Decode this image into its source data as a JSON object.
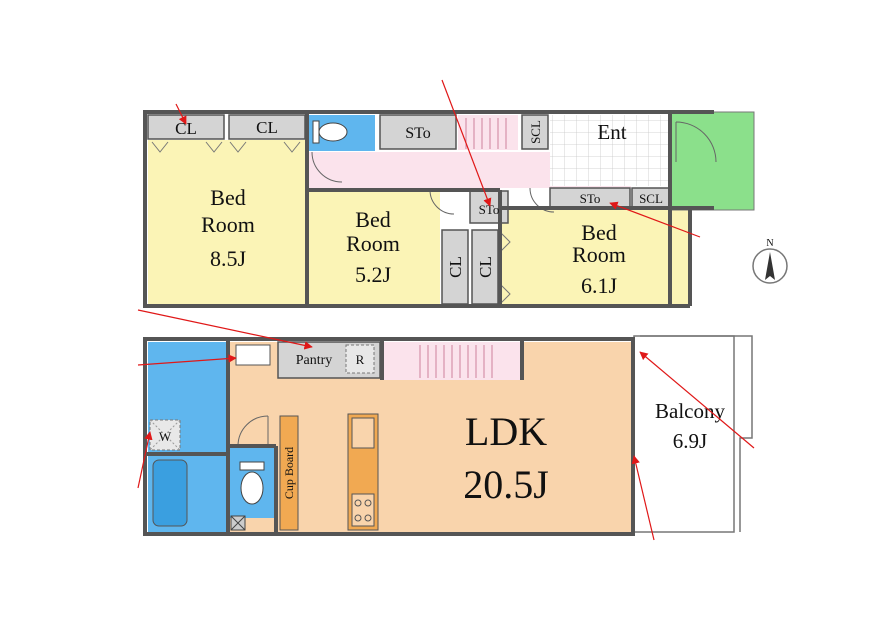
{
  "upper_floor": {
    "cl_top_left": "CL",
    "cl_top_right": "CL",
    "sto_top": "STo",
    "scl_top": "SCL",
    "entrance": "Ent",
    "sto_hall": "STo",
    "sto_right": "STo",
    "scl_right": "SCL",
    "bedroom_a": {
      "name_line1": "Bed",
      "name_line2": "Room",
      "size": "8.5J"
    },
    "bedroom_b": {
      "name_line1": "Bed",
      "name_line2": "Room",
      "size": "5.2J"
    },
    "bedroom_c": {
      "name_line1": "Bed",
      "name_line2": "Room",
      "size": "6.1J"
    },
    "cl_mid_1": "CL",
    "cl_mid_2": "CL"
  },
  "lower_floor": {
    "pantry": "Pantry",
    "fridge": "R",
    "washer": "W",
    "cupboard": "Cup Board",
    "ldk_name": "LDK",
    "ldk_size": "20.5J",
    "balcony_name": "Balcony",
    "balcony_size": "6.9J"
  },
  "compass": {
    "label": "N"
  },
  "colors": {
    "bedroom": "#fbf4b6",
    "hall": "#fbe3ec",
    "storage": "#d4d4d4",
    "bath": "#5fb6ee",
    "ldk": "#f9d4ac",
    "entrance_porch": "#8be08b",
    "wall": "#555555",
    "annotation_arrow": "#e01818"
  }
}
